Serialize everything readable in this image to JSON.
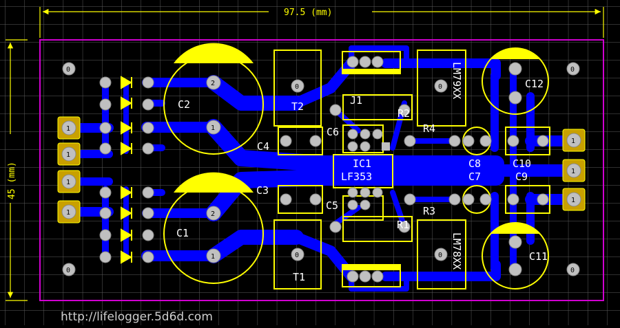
{
  "dimensions": {
    "width_label": "97.5 (mm)",
    "height_label": "45 (mm)"
  },
  "watermark": "http://lifelogger.5d6d.com",
  "labels": {
    "C2": "C2",
    "C1": "C1",
    "C4": "C4",
    "C3": "C3",
    "C5": "C5",
    "C6": "C6",
    "C7": "C7",
    "C8": "C8",
    "C9": "C9",
    "C10": "C10",
    "C11": "C11",
    "C12": "C12",
    "T1": "T1",
    "T2": "T2",
    "J1": "J1",
    "R1": "R1",
    "R2": "R2",
    "R3": "R3",
    "R4": "R4",
    "IC1": "IC1",
    "LF353": "LF353",
    "LM79XX": "LM79XX",
    "LM78XX": "LM78XX"
  },
  "pads": {
    "zero": "0",
    "one": "1",
    "two": "2"
  },
  "colors": {
    "grid": "#5e5e5e",
    "outline": "#d000d0",
    "copper": "#0000ff",
    "silk": "#ffff00",
    "pad": "#c0c0c0"
  }
}
